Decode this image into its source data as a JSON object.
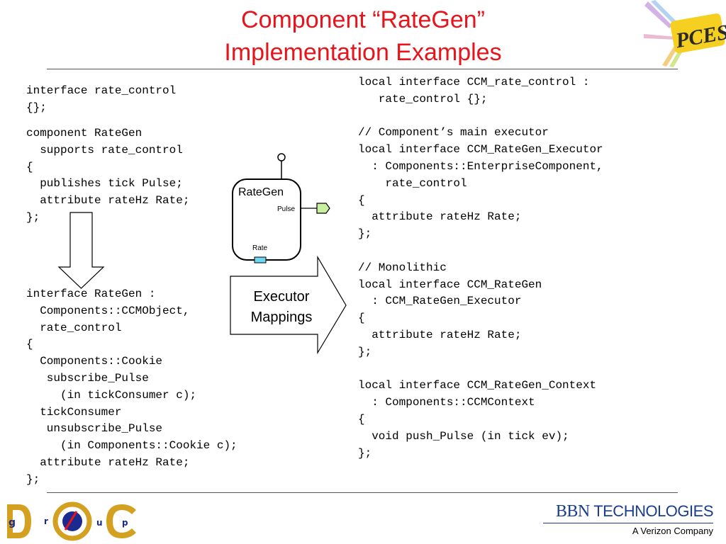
{
  "title": {
    "line1": "Component “RateGen”",
    "line2": "Implementation Examples"
  },
  "left_code": {
    "block1": "interface rate_control\n{};",
    "block2": "component RateGen\n  supports rate_control\n{\n  publishes tick Pulse;\n  attribute rateHz Rate;\n};",
    "block3": "interface RateGen :\n  Components::CCMObject,\n  rate_control\n{\n  Components::Cookie\n   subscribe_Pulse\n     (in tickConsumer c);\n  tickConsumer\n   unsubscribe_Pulse\n     (in Components::Cookie c);\n  attribute rateHz Rate;\n};"
  },
  "right_code": "local interface CCM_rate_control :\n   rate_control {};\n\n// Component’s main executor\nlocal interface CCM_RateGen_Executor\n  : Components::EnterpriseComponent,\n    rate_control\n{\n  attribute rateHz Rate;\n};\n\n// Monolithic\nlocal interface CCM_RateGen\n  : CCM_RateGen_Executor\n{\n  attribute rateHz Rate;\n};\n\nlocal interface CCM_RateGen_Context\n  : Components::CCMContext\n{\n  void push_Pulse (in tick ev);\n};",
  "diagram": {
    "component_label": "RateGen",
    "port_pulse": "Pulse",
    "port_rate": "Rate",
    "arrow_label_line1": "Executor",
    "arrow_label_line2": "Mappings",
    "colors": {
      "pulse_port": "#c8f0a0",
      "rate_port": "#6fd6f0"
    }
  },
  "logos": {
    "pces": "PCES",
    "doc_letters": [
      "g",
      "r",
      "u",
      "p"
    ],
    "bbn_main": "BBN",
    "bbn_tech": "TECHNOLOGIES",
    "bbn_sub": "A Verizon Company"
  },
  "colors": {
    "title": "#e8141b",
    "bbn": "#1b3d8f"
  }
}
